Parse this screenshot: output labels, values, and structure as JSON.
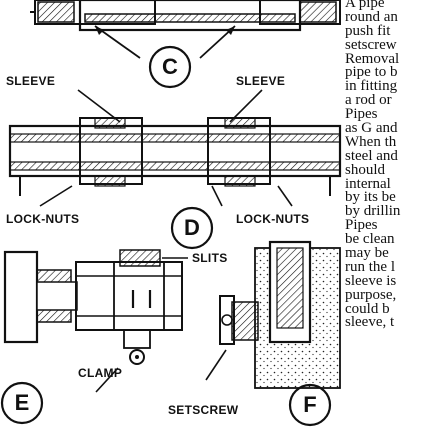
{
  "figure": {
    "labels": {
      "sleeve_left": "SLEEVE",
      "sleeve_right": "SLEEVE",
      "locknuts_left": "LOCK-NUTS",
      "locknuts_right": "LOCK-NUTS",
      "slits": "SLITS",
      "clamp": "CLAMP",
      "setscrew": "SETSCREW"
    },
    "panels": {
      "c": "C",
      "d": "D",
      "e": "E",
      "f": "F"
    }
  },
  "text_column": {
    "lines": [
      "  A pipe",
      "round an",
      "push fit",
      "setscrew",
      "Removal",
      "pipe to b",
      "in fitting",
      "a rod or",
      "  Pipes",
      "as G and",
      "When th",
      "steel and",
      "should",
      "internal",
      "by its be",
      "by drillin",
      "  Pipes",
      "be clean",
      "may be",
      "run the l",
      "sleeve is",
      "purpose,",
      "could b",
      "sleeve, t"
    ]
  }
}
